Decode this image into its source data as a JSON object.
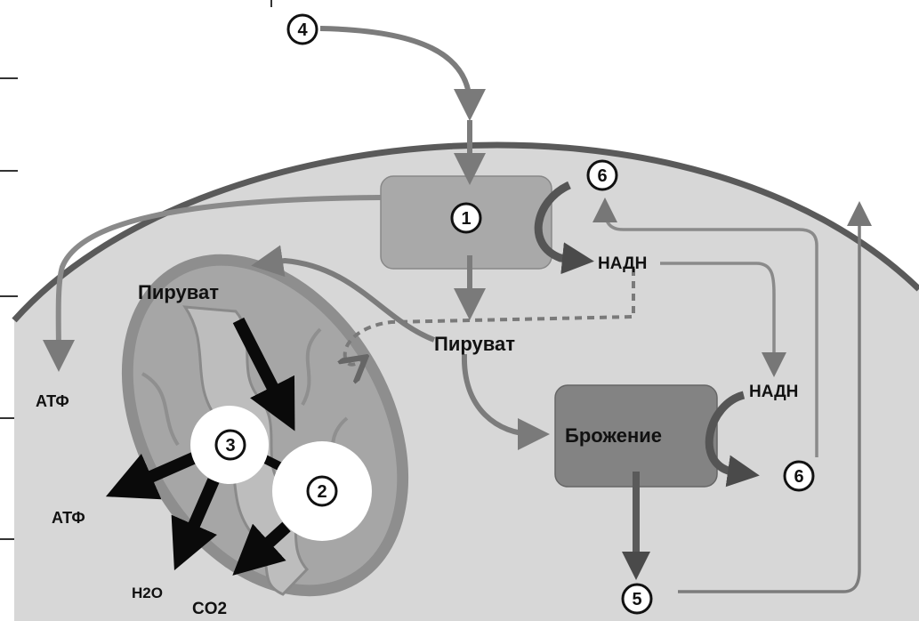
{
  "labels": {
    "piruvat_mito": "Пируват",
    "piruvat_cyto": "Пируват",
    "atf_left": "АТФ",
    "atf_mito": "АТФ",
    "h2o": "H2O",
    "co2": "CO2",
    "nadh_top": "НАДН",
    "nadh_right": "НАДН",
    "fermentation": "Брожение"
  },
  "markers": {
    "m1": "1",
    "m2": "2",
    "m3": "3",
    "m4": "4",
    "m5": "5",
    "m6_top": "6",
    "m6_right": "6"
  }
}
